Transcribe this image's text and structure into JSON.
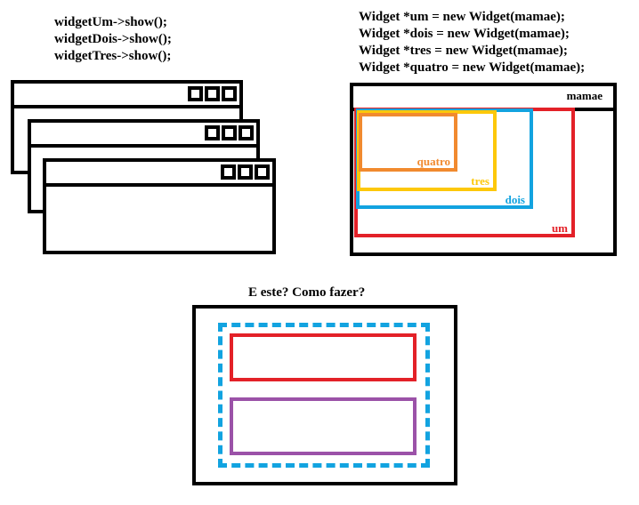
{
  "left_code": [
    "widgetUm->show();",
    "widgetDois->show();",
    "widgetTres->show();"
  ],
  "right_code": [
    "Widget *um = new Widget(mamae);",
    "Widget *dois = new Widget(mamae);",
    "Widget *tres = new Widget(mamae);",
    "Widget *quatro = new Widget(mamae);"
  ],
  "parent_window": {
    "title": "mamae"
  },
  "children": [
    {
      "label": "um",
      "color": "#e32128"
    },
    {
      "label": "dois",
      "color": "#12a3e0"
    },
    {
      "label": "tres",
      "color": "#fdc80a"
    },
    {
      "label": "quatro",
      "color": "#f18a2f"
    }
  ],
  "question": "E este? Como fazer?",
  "layout_colors": {
    "dashed": "#12a3e0",
    "top_box": "#e32128",
    "bottom_box": "#9b52a8"
  }
}
